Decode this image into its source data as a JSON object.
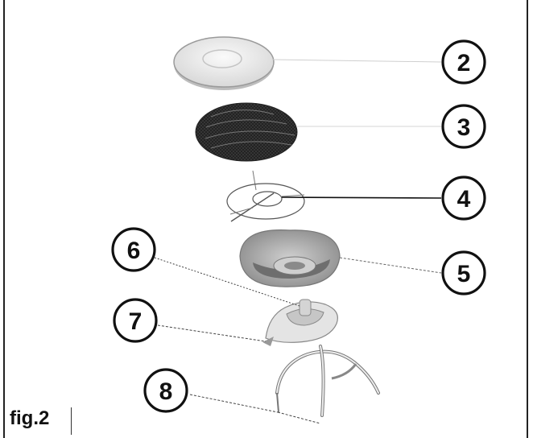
{
  "figure": {
    "caption": "fig.2",
    "callouts": [
      {
        "id": "callout-2",
        "label": "2"
      },
      {
        "id": "callout-3",
        "label": "3"
      },
      {
        "id": "callout-4",
        "label": "4"
      },
      {
        "id": "callout-5",
        "label": "5"
      },
      {
        "id": "callout-6",
        "label": "6"
      },
      {
        "id": "callout-7",
        "label": "7"
      },
      {
        "id": "callout-8",
        "label": "8"
      }
    ]
  }
}
